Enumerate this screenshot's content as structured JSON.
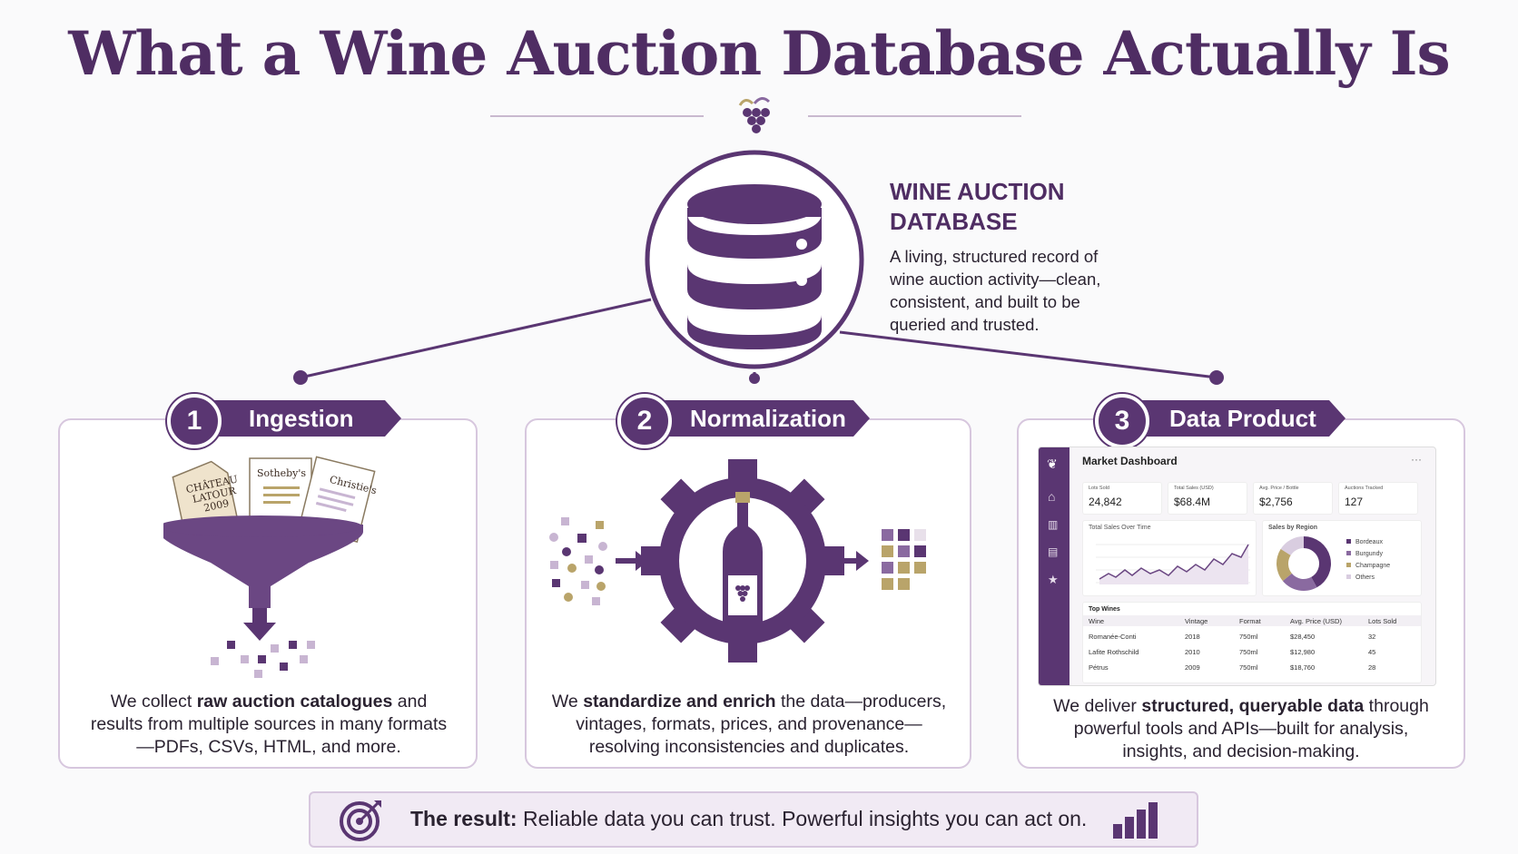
{
  "title": "What a Wine Auction Database Actually Is",
  "database": {
    "heading_line1": "WINE AUCTION",
    "heading_line2": "DATABASE",
    "description": "A living, structured record of wine auction activity—clean, consistent, and built to be queried and trusted."
  },
  "steps": [
    {
      "number": "1",
      "label": "Ingestion",
      "desc_pre": "We collect ",
      "desc_bold": "raw auction catalogues",
      "desc_post": " and results from multiple sources in many formats—PDFs, CSVs, HTML, and more.",
      "docs": [
        "CHÂTEAU",
        "LATOUR",
        "2009",
        "Sotheby's",
        "Christie's"
      ]
    },
    {
      "number": "2",
      "label": "Normalization",
      "desc_pre": "We ",
      "desc_bold": "standardize and enrich",
      "desc_post": " the data—producers, vintages, formats, prices, and provenance—resolving inconsistencies and duplicates."
    },
    {
      "number": "3",
      "label": "Data Product",
      "desc_pre": "We deliver ",
      "desc_bold": "structured, queryable data",
      "desc_post": " through powerful tools and APIs—built for analysis, insights, and decision-making."
    }
  ],
  "dashboard": {
    "title": "Market Dashboard",
    "menu": "···",
    "kpis": [
      {
        "label": "Lots Sold",
        "value": "24,842"
      },
      {
        "label": "Total Sales (USD)",
        "value": "$68.4M"
      },
      {
        "label": "Avg. Price / Bottle",
        "value": "$2,756"
      },
      {
        "label": "Auctions Tracked",
        "value": "127"
      }
    ],
    "line_chart_title": "Total Sales Over Time",
    "region_title": "Sales by Region",
    "regions": [
      {
        "name": "Bordeaux",
        "color": "#5a3672",
        "share": 0.42
      },
      {
        "name": "Burgundy",
        "color": "#8a6aa0",
        "share": 0.22
      },
      {
        "name": "Champagne",
        "color": "#b9a46a",
        "share": 0.2
      },
      {
        "name": "Others",
        "color": "#d9cde0",
        "share": 0.16
      }
    ],
    "table_title": "Top Wines",
    "columns": [
      "Wine",
      "Vintage",
      "Format",
      "Avg. Price (USD)",
      "Lots Sold"
    ],
    "rows": [
      [
        "Romanée-Conti",
        "2018",
        "750ml",
        "$28,450",
        "32"
      ],
      [
        "Lafite Rothschild",
        "2010",
        "750ml",
        "$12,980",
        "45"
      ],
      [
        "Pétrus",
        "2009",
        "750ml",
        "$18,760",
        "28"
      ]
    ]
  },
  "result": {
    "label": "The result:",
    "text": "Reliable data you can trust. Powerful insights you can act on."
  },
  "colors": {
    "primary": "#5a3672",
    "title": "#4f2d63",
    "accent_gold": "#b9a46a",
    "border": "#d7c7de"
  }
}
